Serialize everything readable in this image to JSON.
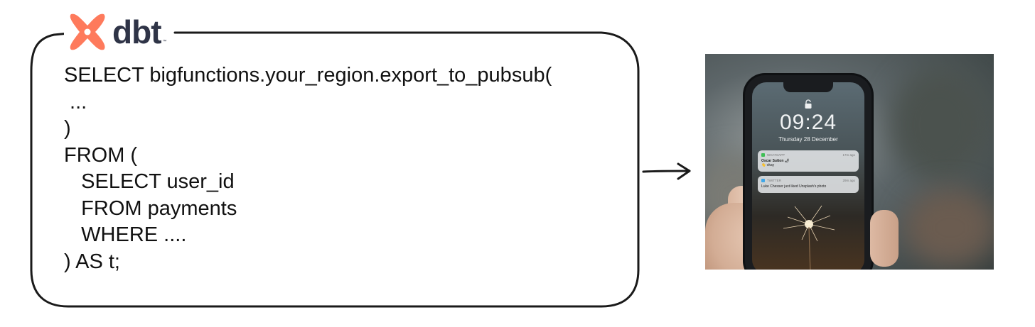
{
  "logo": {
    "text": "dbt",
    "trademark": "™"
  },
  "code": {
    "lines": [
      "SELECT bigfunctions.your_region.export_to_pubsub(",
      " ...",
      ")",
      "FROM (",
      "   SELECT user_id",
      "   FROM payments",
      "   WHERE ....",
      ") AS t;"
    ]
  },
  "phone": {
    "time": "09:24",
    "date": "Thursday 28 December",
    "notifications": [
      {
        "app": "WHATSAPP",
        "time": "17m ago",
        "title": "Oscar Sutton 🌶",
        "body": "👋 okay"
      },
      {
        "app": "TWITTER",
        "time": "29m ago",
        "title": "",
        "body": "Luke Chesser just liked Unsplash's photo"
      }
    ]
  },
  "colors": {
    "logo_mark": "#fe7a5c",
    "logo_text": "#2f3447",
    "frame_stroke": "#1a1a1a"
  }
}
